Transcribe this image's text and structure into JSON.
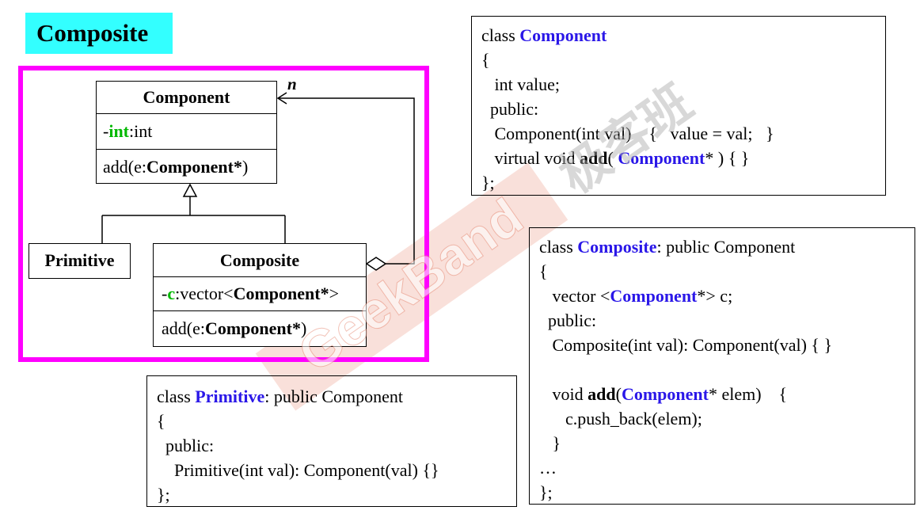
{
  "title": "Composite",
  "watermark": {
    "text_latin": "GeekBand",
    "text_cjk": "极客班",
    "color": "#e8937f"
  },
  "uml": {
    "component": {
      "name": "Component",
      "attr_prefix": "-",
      "attr_name": "int",
      "attr_type": ":int",
      "op_prefix": "add(e:",
      "op_type": "Component*",
      "op_suffix": ")"
    },
    "primitive": {
      "name": "Primitive"
    },
    "composite": {
      "name": "Composite",
      "attr_prefix": "-",
      "attr_name": "c",
      "attr_type_pre": ":vector<",
      "attr_type": "Component*",
      "attr_type_post": ">",
      "op_prefix": "add(e:",
      "op_type": "Component*",
      "op_suffix": ")"
    },
    "multiplicity": "n"
  },
  "code": {
    "component": {
      "l1_pre": "class ",
      "l1_kw": "Component",
      "l2": "{",
      "l3": "   int value;",
      "l4": "  public:",
      "l5": "   Component(int val)    {   value = val;   }",
      "l6_pre": "   virtual void ",
      "l6_bold": "add",
      "l6_mid": "( ",
      "l6_kw": "Component",
      "l6_post": "* ) { }",
      "l7": "};"
    },
    "composite": {
      "l1_pre": "class ",
      "l1_kw": "Composite",
      "l1_post": ": public Component",
      "l2": "{",
      "l3_pre": "   vector <",
      "l3_kw": "Component",
      "l3_post": "*> c;",
      "l4": "  public:",
      "l5": "   Composite(int val): Component(val) { }",
      "l6": "",
      "l7_pre": "   void ",
      "l7_bold": "add",
      "l7_mid": "(",
      "l7_kw": "Component",
      "l7_post": "* elem)    {",
      "l8": "      c.push_back(elem);",
      "l9": "   }",
      "l10": "…",
      "l11": "};"
    },
    "primitive": {
      "l1_pre": "class ",
      "l1_kw": "Primitive",
      "l1_post": ": public Component",
      "l2": "{",
      "l3": "  public:",
      "l4": "    Primitive(int val): Component(val) {}",
      "l5": "};"
    }
  }
}
